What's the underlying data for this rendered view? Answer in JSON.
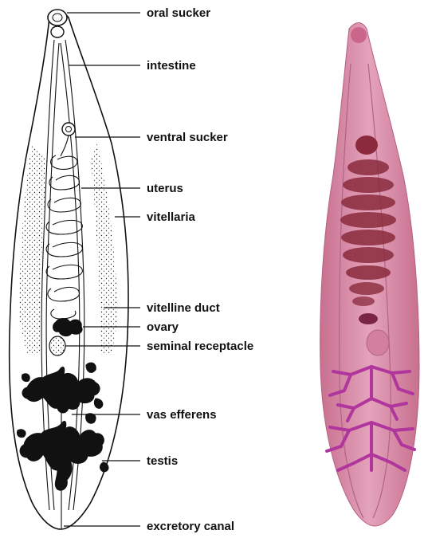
{
  "diagram": {
    "labels": [
      {
        "id": "oral-sucker",
        "text": "oral sucker"
      },
      {
        "id": "intestine",
        "text": "intestine"
      },
      {
        "id": "ventral-sucker",
        "text": "ventral sucker"
      },
      {
        "id": "uterus",
        "text": "uterus"
      },
      {
        "id": "vitellaria",
        "text": "vitellaria"
      },
      {
        "id": "vitelline-duct",
        "text": "vitelline duct"
      },
      {
        "id": "ovary",
        "text": "ovary"
      },
      {
        "id": "seminal-receptacle",
        "text": "seminal receptacle"
      },
      {
        "id": "vas-efferens",
        "text": "vas efferens"
      },
      {
        "id": "testis",
        "text": "testis"
      },
      {
        "id": "excretory-canal",
        "text": "excretory canal"
      }
    ]
  },
  "colors": {
    "ink": "#111111",
    "specimen_body": "#d98aa6",
    "specimen_uterus": "#8a2a3c",
    "specimen_testis": "#b0359c"
  }
}
